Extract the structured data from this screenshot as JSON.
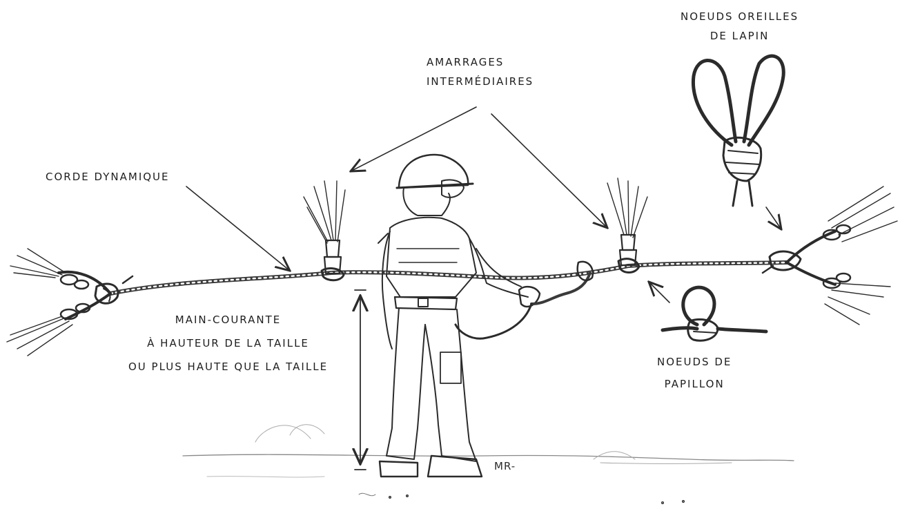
{
  "labels": {
    "corde": "CORDE DYNAMIQUE",
    "amarrages": [
      "AMARRAGES",
      "INTERMÉDIAIRES"
    ],
    "oreilles": [
      "NOEUDS OREILLES",
      "DE LAPIN"
    ],
    "main_courante": [
      "MAIN-COURANTE",
      "À HAUTEUR DE LA TAILLE",
      "OU PLUS HAUTE QUE LA TAILLE"
    ],
    "papillon": [
      "NOEUDS DE",
      "PAPILLON"
    ]
  },
  "signature": "MR-",
  "icons": {
    "left_anchor": "chain-anchor-icon",
    "right_anchor": "chain-anchor-icon",
    "intermediate_anchor": "rope-anchor-icon",
    "worker": "worker-with-helmet-icon",
    "height_marker": "double-arrow-icon",
    "bunny_ears_knot": "bunny-ears-knot-icon",
    "butterfly_knot": "butterfly-knot-icon"
  }
}
